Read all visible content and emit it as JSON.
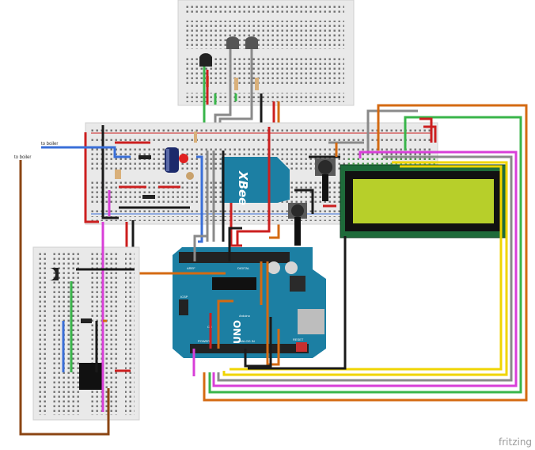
{
  "labels": {
    "to_boiler_top": "to boiler",
    "to_boiler_left": "to boiler",
    "xbee": "XBee",
    "arduino_uno": "UNO",
    "arduino_brand": "Arduino",
    "arduino_on": "ON",
    "aref": "AREF",
    "gnd": "GND",
    "digital": "DIGITAL",
    "pwm": "PWM",
    "analog_in": "ANALOG IN",
    "power": "POWER",
    "icsp": "ICSP",
    "reset": "RESET",
    "tx": "TX",
    "rx": "RX",
    "l": "L",
    "watermark": "fritzing"
  },
  "colors": {
    "board_blue": "#1c7fa3",
    "lcd_green": "#b7cf2a",
    "lcd_pcb": "#1e6b3a",
    "breadboard": "#efefef",
    "wire_red": "#cc1f1f",
    "wire_black": "#1a1a1a",
    "wire_orange": "#d46a12",
    "wire_yellow": "#f0d500",
    "wire_green": "#39b54a",
    "wire_blue": "#3a6fd8",
    "wire_magenta": "#d83fd8",
    "wire_gray": "#8a8a8a",
    "wire_brown": "#8b4513"
  }
}
